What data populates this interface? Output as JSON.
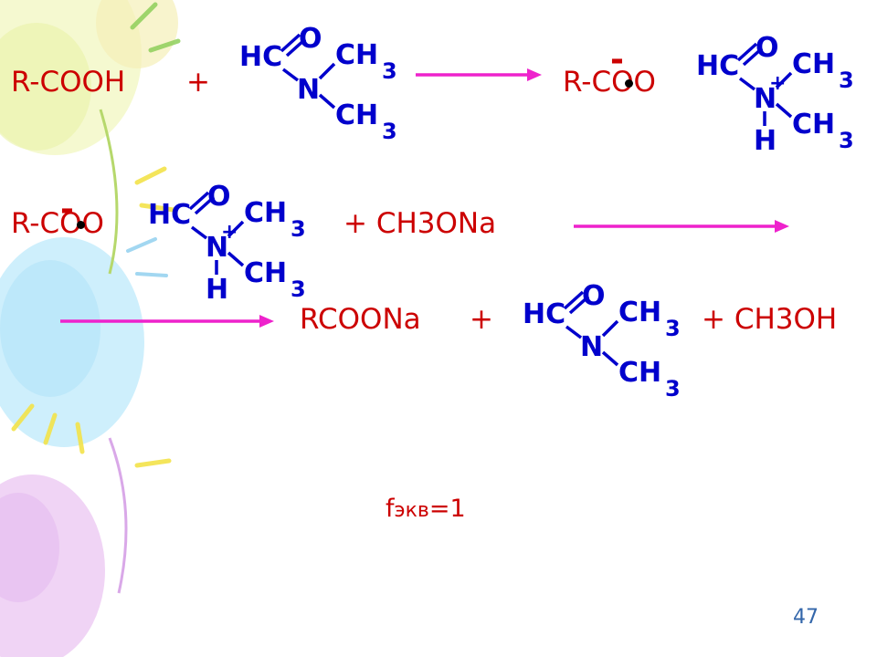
{
  "reactions": {
    "r1_acid": "R-COOH",
    "r1_plus": "+",
    "r1_product": "R-COO",
    "r1_charge": "-",
    "r2_salt": "R-COO",
    "r2_charge": "-",
    "r2_reagent": "+ CH3ONa",
    "r3_product1": "RCOONa",
    "r3_plus": "+",
    "r3_product2": "+ CH3OH"
  },
  "molecule": {
    "hc": "HC",
    "o": "O",
    "n": "N",
    "ch3": "CH",
    "sub3": "3",
    "h": "H",
    "plus": "+"
  },
  "equivalence": {
    "f": "f",
    "sub": "экв",
    "value": "=1"
  },
  "page_number": "47",
  "colors": {
    "text_red": "#cc0000",
    "molecule_blue": "#0000cc",
    "arrow_magenta": "#ee22cc"
  }
}
